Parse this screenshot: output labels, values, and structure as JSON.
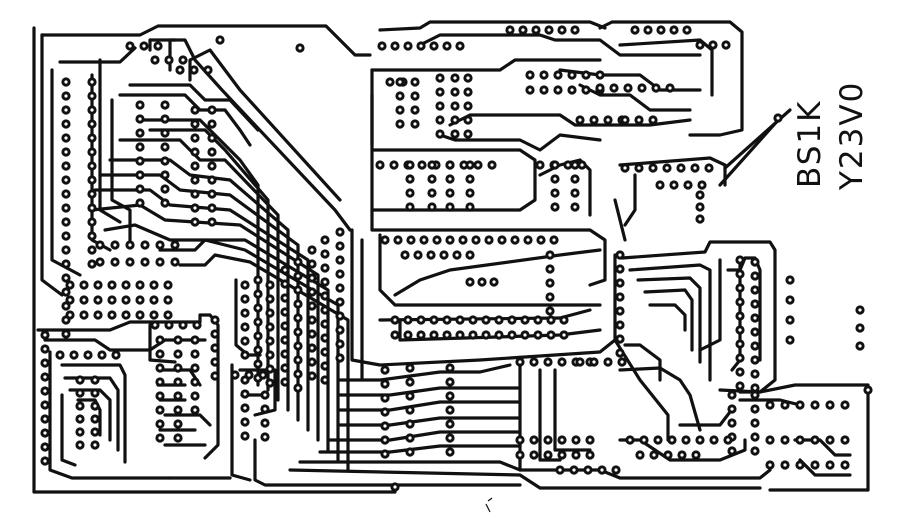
{
  "board": {
    "label_line1": "BS1K",
    "label_line2": "Y23V0",
    "colors": {
      "copper": "#111111",
      "paper": "#ffffff",
      "drill": "#ffffff"
    },
    "icon": "pcb-artwork"
  }
}
